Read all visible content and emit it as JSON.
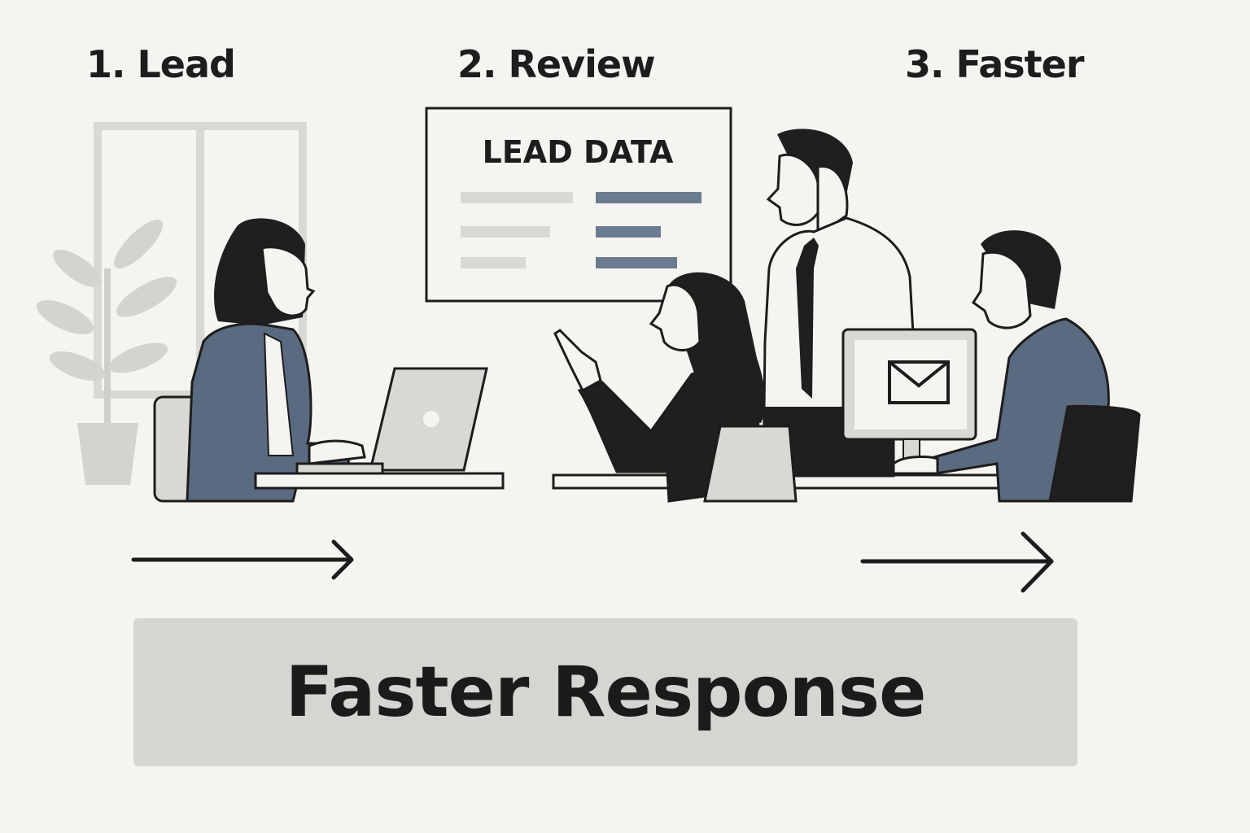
{
  "steps": [
    {
      "label": "1. Lead"
    },
    {
      "label": "2. Review"
    },
    {
      "label": "3. Faster"
    }
  ],
  "board": {
    "title": "LEAD DATA"
  },
  "banner": {
    "text": "Faster Response"
  },
  "colors": {
    "background": "#f6f4f0",
    "ink": "#1d1d1d",
    "slate": "#5a6a80",
    "light_gray": "#d9d8d4",
    "banner": "#d6d5d1"
  },
  "icons": [
    "envelope-icon",
    "arrow-right-icon",
    "plant-icon",
    "laptop-icon",
    "desktop-monitor-icon"
  ]
}
